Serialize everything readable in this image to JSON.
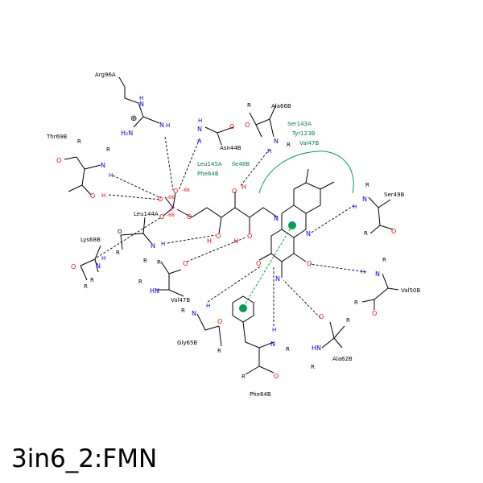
{
  "title": "3in6_2:FMN",
  "residues": {
    "arg96a": "Arg96A",
    "thr69b": "Thr69B",
    "asn44b": "Asn44B",
    "ala66b": "Ala66B",
    "leu144a": "Leu144A",
    "lys68b": "Lys68B",
    "val47b_bottom": "Val47B",
    "gly65b": "Gly65B",
    "phe64b_bottom": "Phe64B",
    "ala62b": "Ala62B",
    "ser49b": "Ser49B",
    "val50b": "Val50B"
  },
  "hydrophobic": {
    "ser143a": "Ser143A",
    "tyr123b": "Tyr123B",
    "val47b": "Val47B",
    "leu145a": "Leu145A",
    "phe64b": "Phe64B",
    "ile48b": "Ile48B"
  },
  "charges": {
    "o1": "-66",
    "o2": "-66",
    "o3": "-66",
    "plus": "⊕"
  },
  "atoms": {
    "R": "R",
    "N": "N",
    "H": "H",
    "O": "O",
    "P": "P",
    "NH2": "H₂N",
    "HN": "HN"
  },
  "colors": {
    "nitrogen": "#0000ff",
    "oxygen": "#ff0000",
    "phosphorus": "#ff00ff",
    "hydrophobic": "#00804a"
  }
}
